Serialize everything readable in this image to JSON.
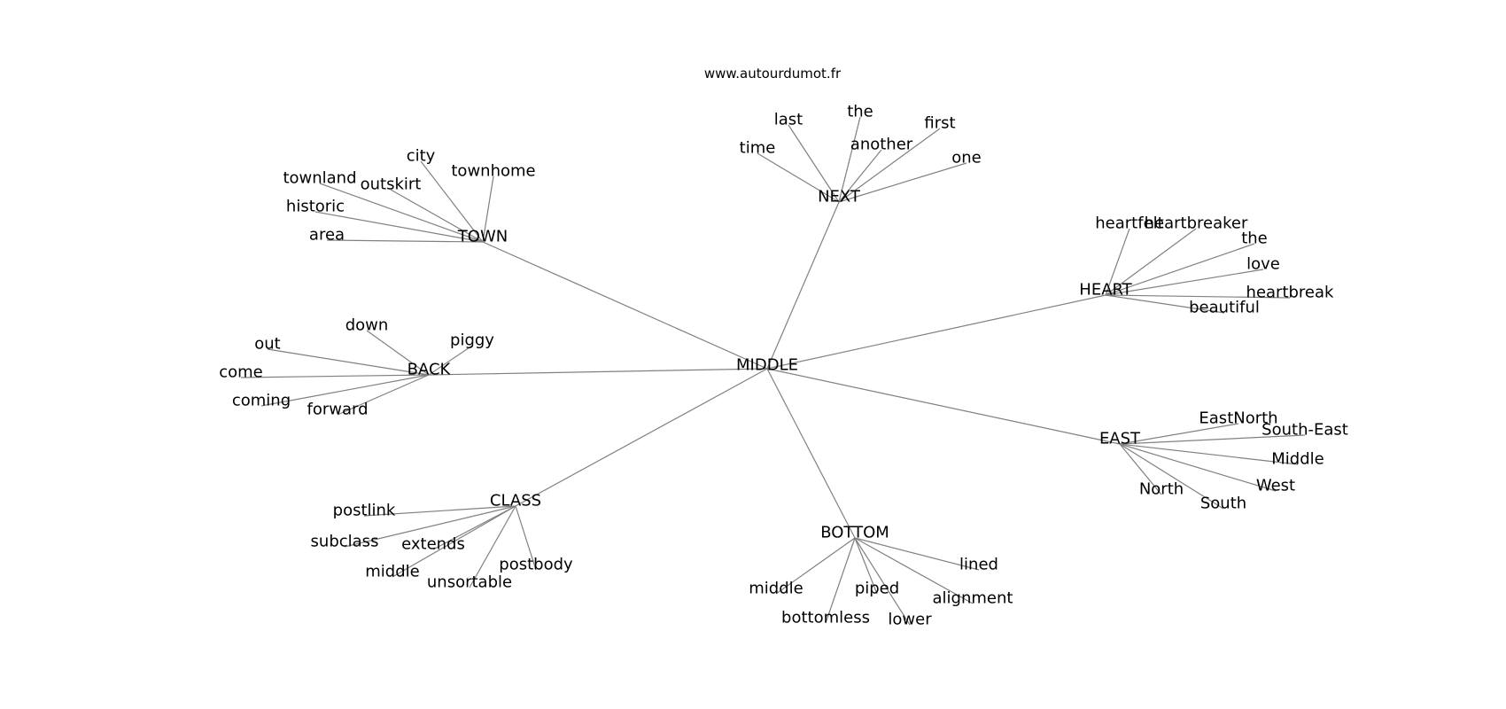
{
  "watermark": "www.autourdumot.fr",
  "edge_color": "#808080",
  "text_color": "#000000",
  "center": "MIDDLE",
  "groups": [
    {
      "hub": "NEXT",
      "words": [
        "time",
        "last",
        "the",
        "another",
        "first",
        "one"
      ]
    },
    {
      "hub": "TOWN",
      "words": [
        "city",
        "townhome",
        "townland",
        "outskirt",
        "historic",
        "area"
      ]
    },
    {
      "hub": "HEART",
      "words": [
        "heartfelt",
        "heartbreaker",
        "the",
        "love",
        "heartbreak",
        "beautiful"
      ]
    },
    {
      "hub": "BACK",
      "words": [
        "down",
        "piggy",
        "out",
        "come",
        "coming",
        "forward"
      ]
    },
    {
      "hub": "EAST",
      "words": [
        "EastNorth",
        "South-East",
        "Middle",
        "West",
        "South",
        "North"
      ]
    },
    {
      "hub": "CLASS",
      "words": [
        "postlink",
        "subclass",
        "extends",
        "middle",
        "unsortable",
        "postbody"
      ]
    },
    {
      "hub": "BOTTOM",
      "words": [
        "lined",
        "alignment",
        "piped",
        "lower",
        "bottomless",
        "middle"
      ]
    }
  ]
}
